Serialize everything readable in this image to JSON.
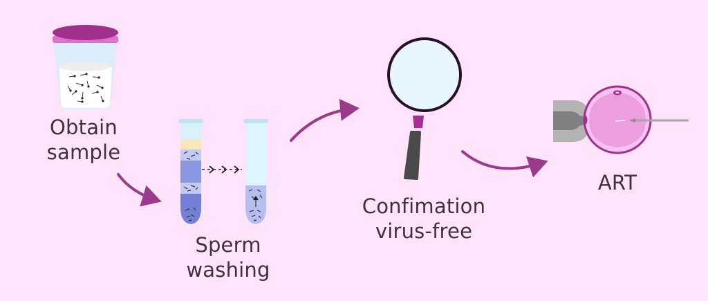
{
  "diagram": {
    "type": "process-flow",
    "background": "#fee3fa",
    "arrow_color": "#9b3a8c",
    "steps": [
      {
        "id": "obtain-sample",
        "line1": "Obtain",
        "line2": "sample",
        "icon": "specimen-cup-icon"
      },
      {
        "id": "sperm-washing",
        "line1": "Sperm",
        "line2": "washing",
        "icon": "centrifuge-tubes-icon"
      },
      {
        "id": "confirmation",
        "line1": "Confimation",
        "line2": "virus-free",
        "icon": "magnifying-glass-icon"
      },
      {
        "id": "art",
        "line1": "ART",
        "line2": "",
        "icon": "oocyte-injection-icon"
      }
    ],
    "colors": {
      "lid": "#a0308c",
      "lid_rim": "#e070d0",
      "glass": "#d8ecf8",
      "tube_band_dark": "#7a86dc",
      "tube_band_light": "#a9b4ec",
      "tube_top_layer": "#fbe7b8",
      "lens_fill": "#e9f6fe",
      "lens_ring": "#2a0d26",
      "handle": "#4a4a4a",
      "handle_neck": "#a72e93",
      "egg_fill": "#ec9ee0",
      "egg_ring": "#a0308c",
      "holder_light": "#b3b3b3",
      "holder_dark": "#808080"
    }
  }
}
